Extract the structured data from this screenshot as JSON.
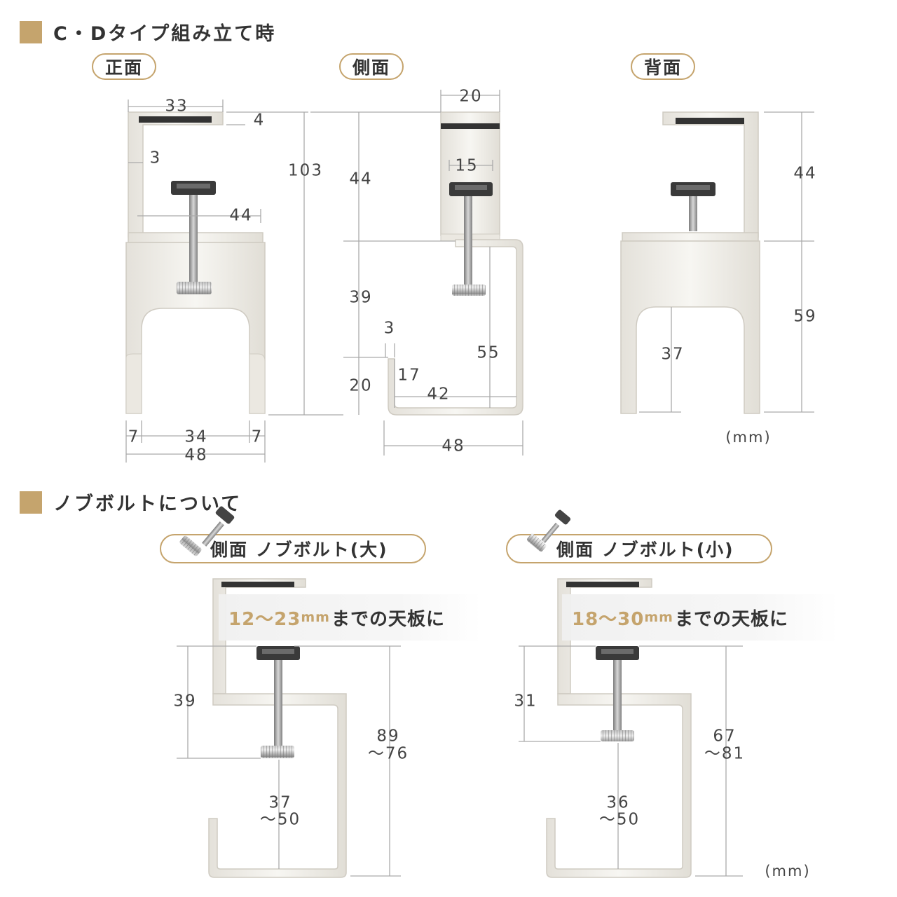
{
  "section1": {
    "title": "C・Dタイプ組み立て時"
  },
  "section2": {
    "title": "ノブボルトについて"
  },
  "views": {
    "front": "正面",
    "side": "側面",
    "back": "背面"
  },
  "knob_large": {
    "label": "側面 ノブボルト(大)",
    "range_value": "12〜23",
    "range_unit": "mm",
    "range_suffix": "までの天板に"
  },
  "knob_small": {
    "label": "側面 ノブボルト(小)",
    "range_value": "18〜30",
    "range_unit": "mm",
    "range_suffix": "までの天板に"
  },
  "unit": "(mm)",
  "dimensions": {
    "front": {
      "width_top": "33",
      "thickness_top": "4",
      "gap": "3",
      "mid_width": "44",
      "left": "7",
      "center": "34",
      "right": "7",
      "total": "48"
    },
    "side": {
      "total_height": "103",
      "upper": "44",
      "top_width": "20",
      "pad": "15",
      "middle": "39",
      "hook_thick": "3",
      "hook_inner": "17",
      "lower": "20",
      "depth": "55",
      "hook_width": "42",
      "total_width": "48"
    },
    "back": {
      "upper": "44",
      "lower": "59",
      "leg": "37"
    },
    "knob_large": {
      "clamp": "39",
      "total_a": "89",
      "total_b": "〜76",
      "reach_a": "37",
      "reach_b": "〜50"
    },
    "knob_small": {
      "clamp": "31",
      "total_a": "67",
      "total_b": "〜81",
      "reach_a": "36",
      "reach_b": "〜50"
    }
  },
  "colors": {
    "accent": "#c5a46d",
    "metal": "#f1efea",
    "outline": "#cfcbc2",
    "pad": "#333333"
  }
}
